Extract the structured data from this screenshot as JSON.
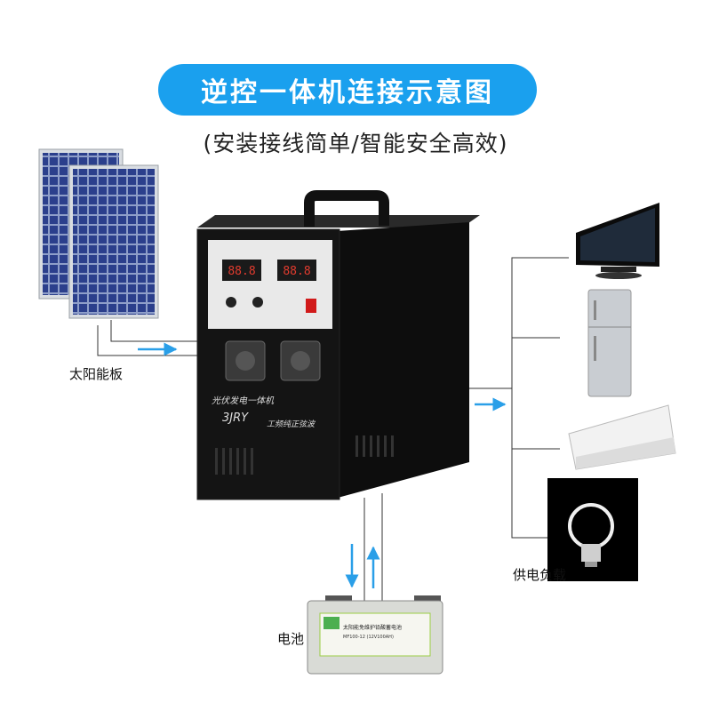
{
  "title": "逆控一体机连接示意图",
  "subtitle": "(安装接线简单/智能安全高效)",
  "labels": {
    "solar_panel": "太阳能板",
    "battery": "电池",
    "load": "供电负载"
  },
  "device": {
    "front_text_1": "光伏发电一体机",
    "front_text_2": "3JRY",
    "front_text_3": "工频纯正弦波",
    "battery_label_1": "太阳能免维护铅酸蓄电池",
    "battery_label_2": "MF100-12 (12V100AH)"
  },
  "colors": {
    "accent": "#1aa0ee",
    "arrow": "#2a9fe8",
    "device": "#111111",
    "line": "#333333"
  }
}
